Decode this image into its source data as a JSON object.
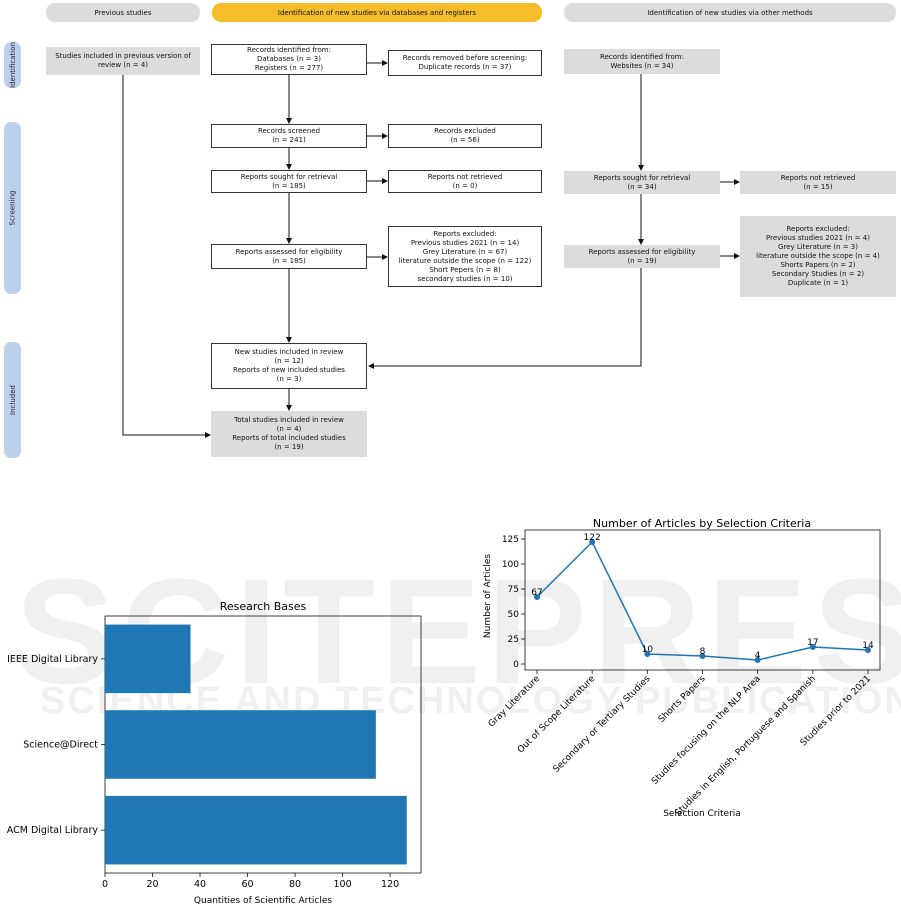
{
  "flowchart": {
    "headers": {
      "previous": "Previous studies",
      "databases": "Identification of new studies via databases and registers",
      "other": "Identification of new studies via other methods"
    },
    "phases": {
      "identification": "Identification",
      "screening": "Screening",
      "included": "Included"
    },
    "boxes": {
      "prev_included": [
        "Studies included in previous version of",
        "review (n = 4)"
      ],
      "records_identified": [
        "Records identified from:",
        "Databases (n = 3)",
        "Registers (n = 277)"
      ],
      "records_removed": [
        "Records removed before screening:",
        "Duplicate records (n = 37)"
      ],
      "records_screened": [
        "Records screened",
        "(n = 241)"
      ],
      "records_excluded": [
        "Records excluded",
        "(n = 56)"
      ],
      "reports_sought": [
        "Reports sought for retrieval",
        "(n = 185)"
      ],
      "reports_not_retrieved": [
        "Reports not retrieved",
        "(n = 0)"
      ],
      "reports_assessed": [
        "Reports assessed for eligibility",
        "(n = 185)"
      ],
      "reports_excluded": [
        "Reports excluded:",
        "Previous studies 2021 (n = 14)",
        "Grey Literature (n = 67)",
        "literature outside the scope (n = 122)",
        "Short Pepers (n = 8)",
        "secondary studies (n = 10)"
      ],
      "new_included": [
        "New studies included in review",
        "(n = 12)",
        "Reports of new included studies",
        "(n = 3)"
      ],
      "total_included": [
        "Total studies included in review",
        "(n = 4)",
        "Reports of total included studies",
        "(n = 19)"
      ],
      "web_identified": [
        "Records identified from:",
        "Websites (n = 34)"
      ],
      "web_sought": [
        "Reports sought for retrieval",
        "(n = 34)"
      ],
      "web_not_retrieved": [
        "Reports not retrieved",
        "(n = 15)"
      ],
      "web_assessed": [
        "Reports assessed for eligibility",
        "(n = 19)"
      ],
      "web_excluded": [
        "Reports excluded:",
        "Previous studies 2021 (n = 4)",
        "Grey Literature (n = 3)",
        "literature outside the scope (n = 4)",
        "Shorts Papers (n = 2)",
        "Secondary Studies (n = 2)",
        "Duplicate (n = 1)"
      ]
    }
  },
  "watermark": {
    "big": "SCITEPRESS",
    "small": "SCIENCE AND TECHNOLOGY PUBLICATIONS"
  },
  "chart_data": [
    {
      "type": "line",
      "title": "Number of Articles by Selection Criteria",
      "xlabel": "Selection Criteria",
      "ylabel": "Number of Articles",
      "categories": [
        "Gray Literature",
        "Out of Scope Literature",
        "Secondary or Tertiary Studies",
        "Shorts Papers",
        "Studies focusing on the NLP Area",
        "Studies in English, Portuguese and Spanish",
        "Studies prior to 2021"
      ],
      "values": [
        67,
        122,
        10,
        8,
        4,
        17,
        14
      ],
      "yticks": [
        0,
        25,
        50,
        75,
        100,
        125
      ],
      "ylim": [
        -6,
        134
      ],
      "color": "#1f77b4",
      "grid": false
    },
    {
      "type": "bar",
      "orientation": "horizontal",
      "title": "Research Bases",
      "xlabel": "Quantities of Scientific Articles",
      "ylabel": "",
      "categories": [
        "ACM Digital Library",
        "Science@Direct",
        "IEEE Digital Library"
      ],
      "values": [
        127,
        114,
        36
      ],
      "xticks": [
        0,
        20,
        40,
        60,
        80,
        100,
        120
      ],
      "xlim": [
        0,
        133
      ],
      "color": "#1f77b4",
      "grid": false
    }
  ]
}
